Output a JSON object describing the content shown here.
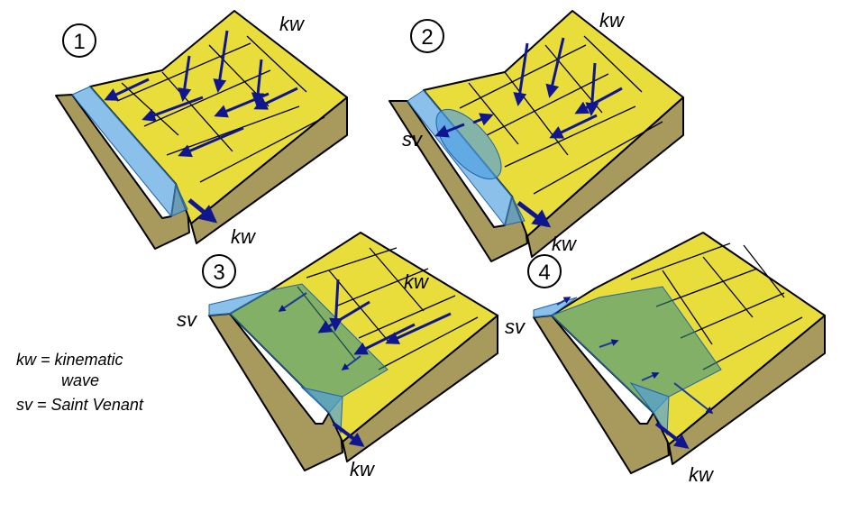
{
  "panels": [
    {
      "number": "1",
      "labels": [
        "kw",
        "kw"
      ]
    },
    {
      "number": "2",
      "labels": [
        "kw",
        "sv",
        "kw"
      ]
    },
    {
      "number": "3",
      "labels": [
        "kw",
        "sv",
        "kw"
      ]
    },
    {
      "number": "4",
      "labels": [
        "sv",
        "kw"
      ]
    }
  ],
  "legend": {
    "kw_line1": "kw = kinematic",
    "kw_line2": "wave",
    "sv_line": "sv = Saint Venant"
  },
  "colors": {
    "terrain_top": "#e9dd3c",
    "terrain_side": "#a89a5c",
    "water": "#4d9ee0",
    "flow_arrow": "#0f1690"
  }
}
